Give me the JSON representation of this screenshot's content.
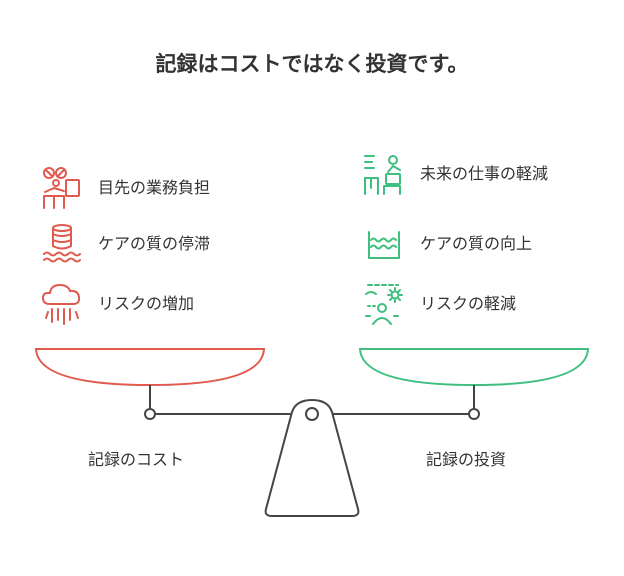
{
  "title": "記録はコストではなく投資です。",
  "colors": {
    "cost": "#E05A4F",
    "investment": "#3FBF7F",
    "neutral": "#444444"
  },
  "left": {
    "caption": "記録のコスト",
    "items": [
      {
        "icon": "overwhelmed-worker-icon",
        "label": "目先の業務負担"
      },
      {
        "icon": "sinking-database-icon",
        "label": "ケアの質の停滞"
      },
      {
        "icon": "storm-cloud-icon",
        "label": "リスクの増加"
      }
    ]
  },
  "right": {
    "caption": "記録の投資",
    "items": [
      {
        "icon": "relaxed-worker-icon",
        "label": "未来の仕事の軽減"
      },
      {
        "icon": "rising-water-icon",
        "label": "ケアの質の向上"
      },
      {
        "icon": "sunny-outlook-icon",
        "label": "リスクの軽減"
      }
    ]
  }
}
